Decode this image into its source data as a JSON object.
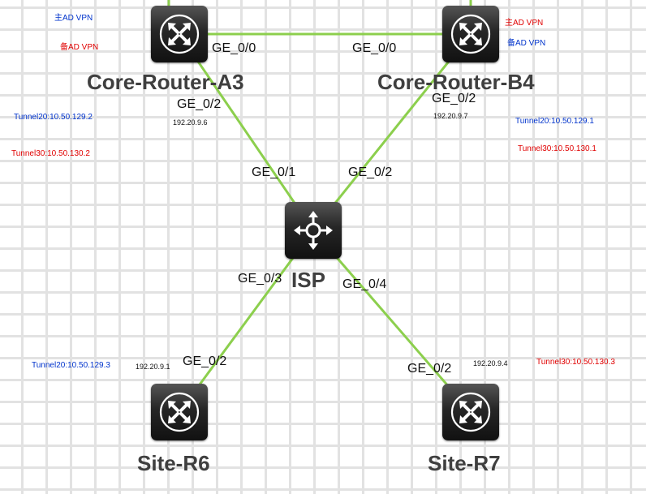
{
  "colors": {
    "link": "#8ccf4d",
    "device_body": "#262626",
    "device_icon": "#ffffff",
    "label_text": "#3f3f3f",
    "note_blue": "#0033cc",
    "note_red": "#e00000"
  },
  "devices": {
    "core_a3": {
      "label": "Core-Router-A3",
      "icon": "router-icon"
    },
    "core_b4": {
      "label": "Core-Router-B4",
      "icon": "router-icon"
    },
    "isp": {
      "label": "ISP",
      "icon": "switch-icon"
    },
    "site_r6": {
      "label": "Site-R6",
      "icon": "router-icon"
    },
    "site_r7": {
      "label": "Site-R7",
      "icon": "router-icon"
    }
  },
  "ports": {
    "a3_ge00": "GE_0/0",
    "b4_ge00": "GE_0/0",
    "a3_ge02": "GE_0/2",
    "b4_ge02": "GE_0/2",
    "isp_ge01": "GE_0/1",
    "isp_ge02": "GE_0/2",
    "isp_ge03": "GE_0/3",
    "isp_ge04": "GE_0/4",
    "r6_ge02": "GE_0/2",
    "r7_ge02": "GE_0/2"
  },
  "ips": {
    "a3": "192.20.9.6",
    "b4": "192.20.9.7",
    "r6": "192.20.9.1",
    "r7": "192.20.9.4"
  },
  "notes": {
    "a3_primary_vpn": "主AD VPN",
    "a3_backup_vpn": "备AD VPN",
    "a3_tunnel20": "Tunnel20:10.50.129.2",
    "a3_tunnel30": "Tunnel30:10.50.130.2",
    "b4_primary_vpn": "主AD VPN",
    "b4_backup_vpn": "备AD VPN",
    "b4_tunnel20": "Tunnel20:10.50.129.1",
    "b4_tunnel30": "Tunnel30:10.50.130.1",
    "r6_tunnel20": "Tunnel20:10.50.129.3",
    "r7_tunnel30": "Tunnel30:10.50.130.3"
  }
}
